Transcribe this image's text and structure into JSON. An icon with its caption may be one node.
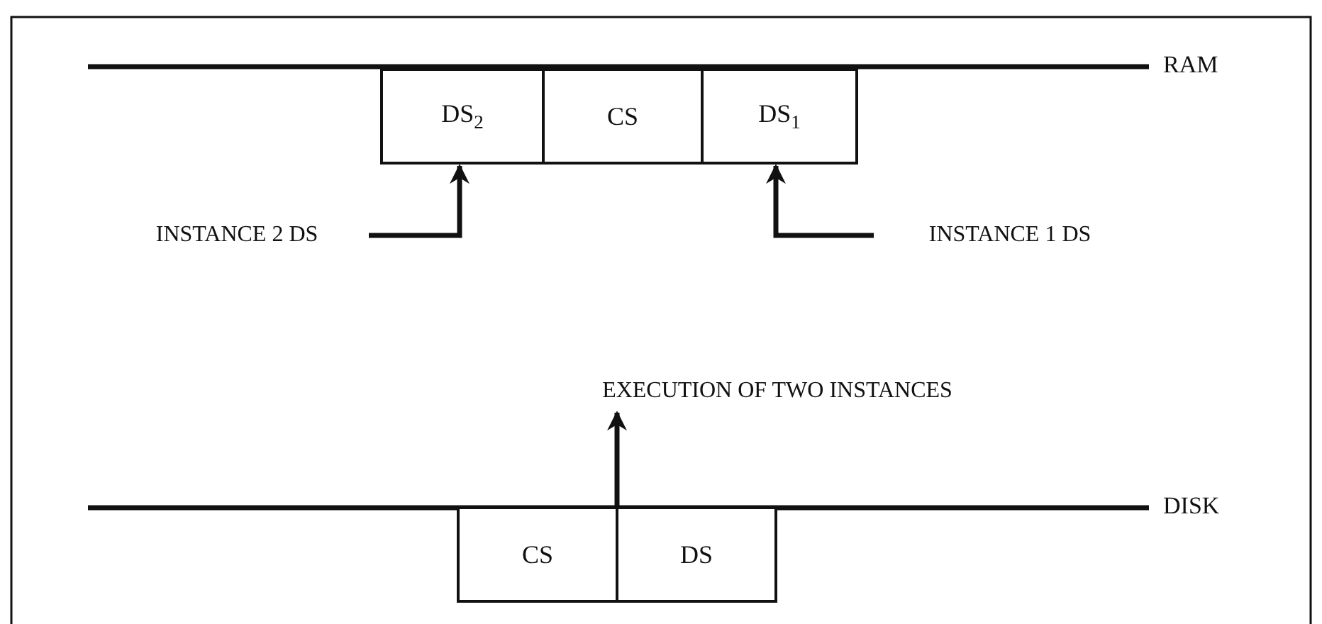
{
  "diagram": {
    "nodes": [
      {
        "text": [
          "DS$_{2}$"
        ]
      },
      {
        "text": [
          "CS"
        ]
      },
      {
        "text": [
          "DS$_{1}$"
        ]
      },
      {
        "text": [
          "INSTANCE 2 DS"
        ]
      },
      {
        "text": [
          "INSTANCE 1 DS"
        ]
      },
      {
        "text": [
          "EXECUTION OF TWO INSTANCES"
        ]
      },
      {
        "text": [
          "CS"
        ]
      },
      {
        "text": [
          "DS"
        ]
      }
    ],
    "edges": [
      {
        "from": 3,
        "to": 0,
        "arrow": "to"
      },
      {
        "from": 4,
        "to": 2,
        "arrow": "to"
      },
      {
        "from": 6,
        "to": 5,
        "arrow": "to"
      }
    ],
    "labels": [
      "RAM",
      "DISK"
    ]
  }
}
